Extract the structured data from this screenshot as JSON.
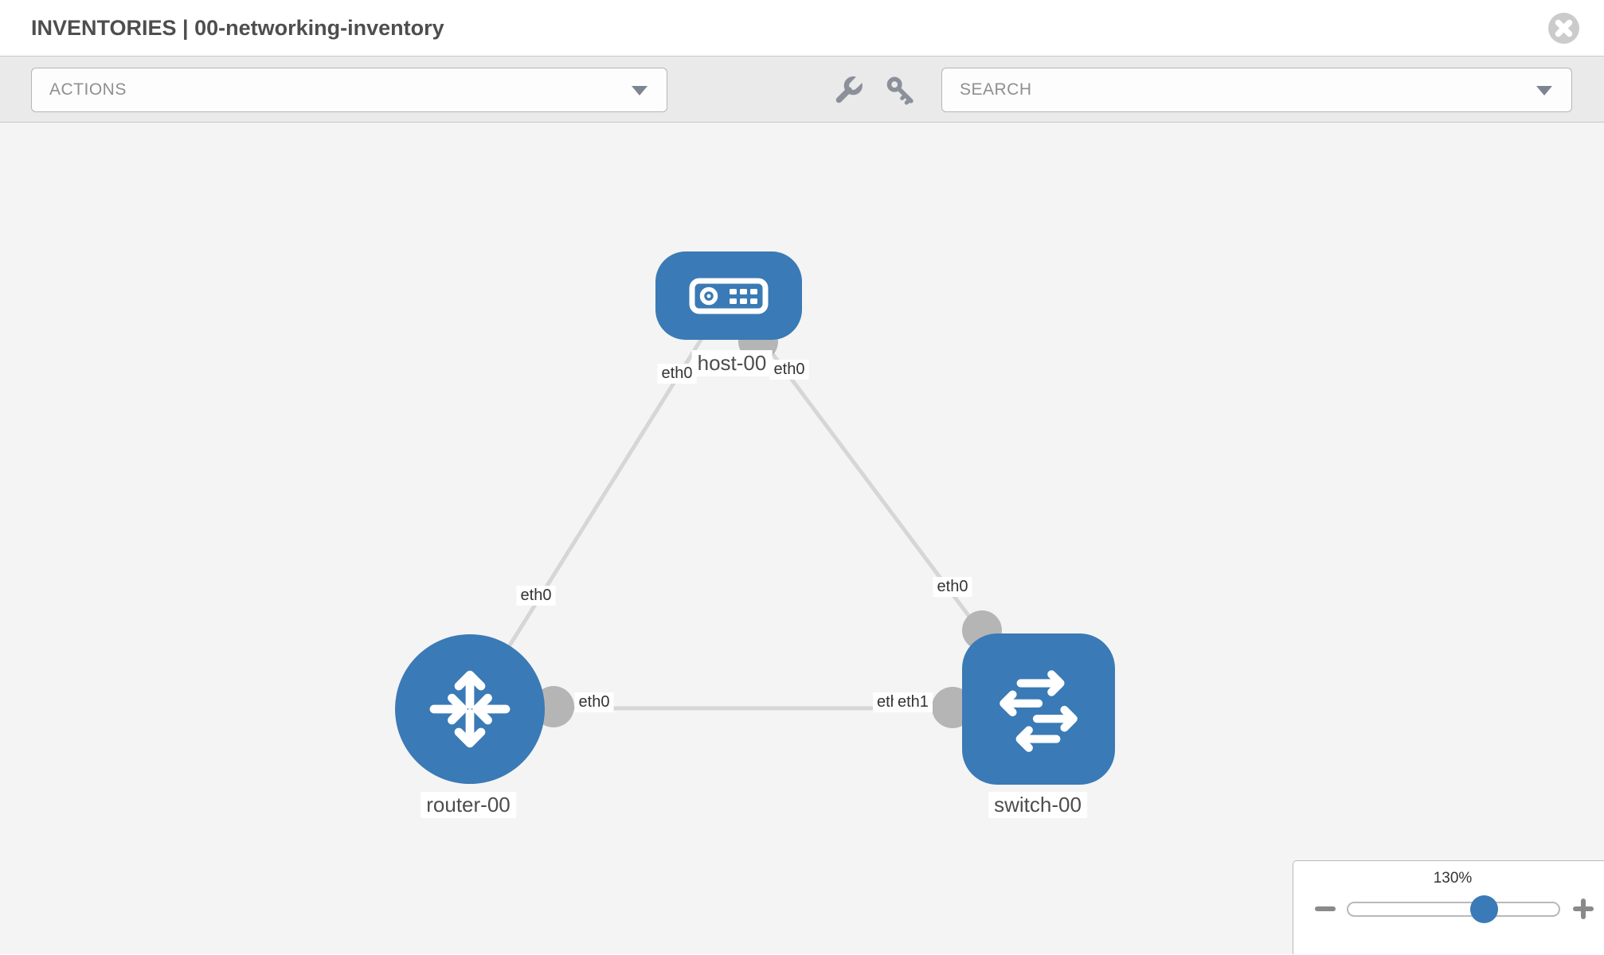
{
  "window": {
    "title": "INVENTORIES | 00-networking-inventory"
  },
  "toolbar": {
    "actions_label": "ACTIONS",
    "search_label": "SEARCH",
    "icons": [
      "wrench-icon",
      "key-icon"
    ]
  },
  "canvas": {
    "nodes": [
      {
        "id": "host-00",
        "type": "host",
        "label": "host-00"
      },
      {
        "id": "router-00",
        "type": "router",
        "label": "router-00"
      },
      {
        "id": "switch-00",
        "type": "switch",
        "label": "switch-00"
      }
    ],
    "links": [
      {
        "source": "host-00",
        "target": "router-00",
        "source_interface": "eth0",
        "target_interface": "eth0"
      },
      {
        "source": "host-00",
        "target": "switch-00",
        "source_interface": "eth0",
        "target_interface": "eth0"
      },
      {
        "source": "router-00",
        "target": "switch-00",
        "source_interface": "eth0",
        "target_interface": "eth1"
      }
    ],
    "interface_labels": {
      "host_to_router_at_host": "eth0",
      "host_to_switch_at_host": "eth0",
      "host_to_router_at_router": "eth0",
      "host_to_switch_at_switch": "eth0",
      "router_to_switch_at_router": "eth0",
      "router_to_switch_at_switch_back": "eth0",
      "router_to_switch_at_switch_front": "eth1"
    }
  },
  "zoom_control": {
    "value": "130%",
    "percent": 130
  },
  "colors": {
    "node_fill": "#3a7ab6",
    "link": "#d6d6d6",
    "port": "#b5b5b5",
    "canvas_bg": "#f4f4f4",
    "toolbar_bg": "#eaeaea",
    "icon_gray": "#8b909a",
    "slider_handle": "#3a7ab6"
  }
}
